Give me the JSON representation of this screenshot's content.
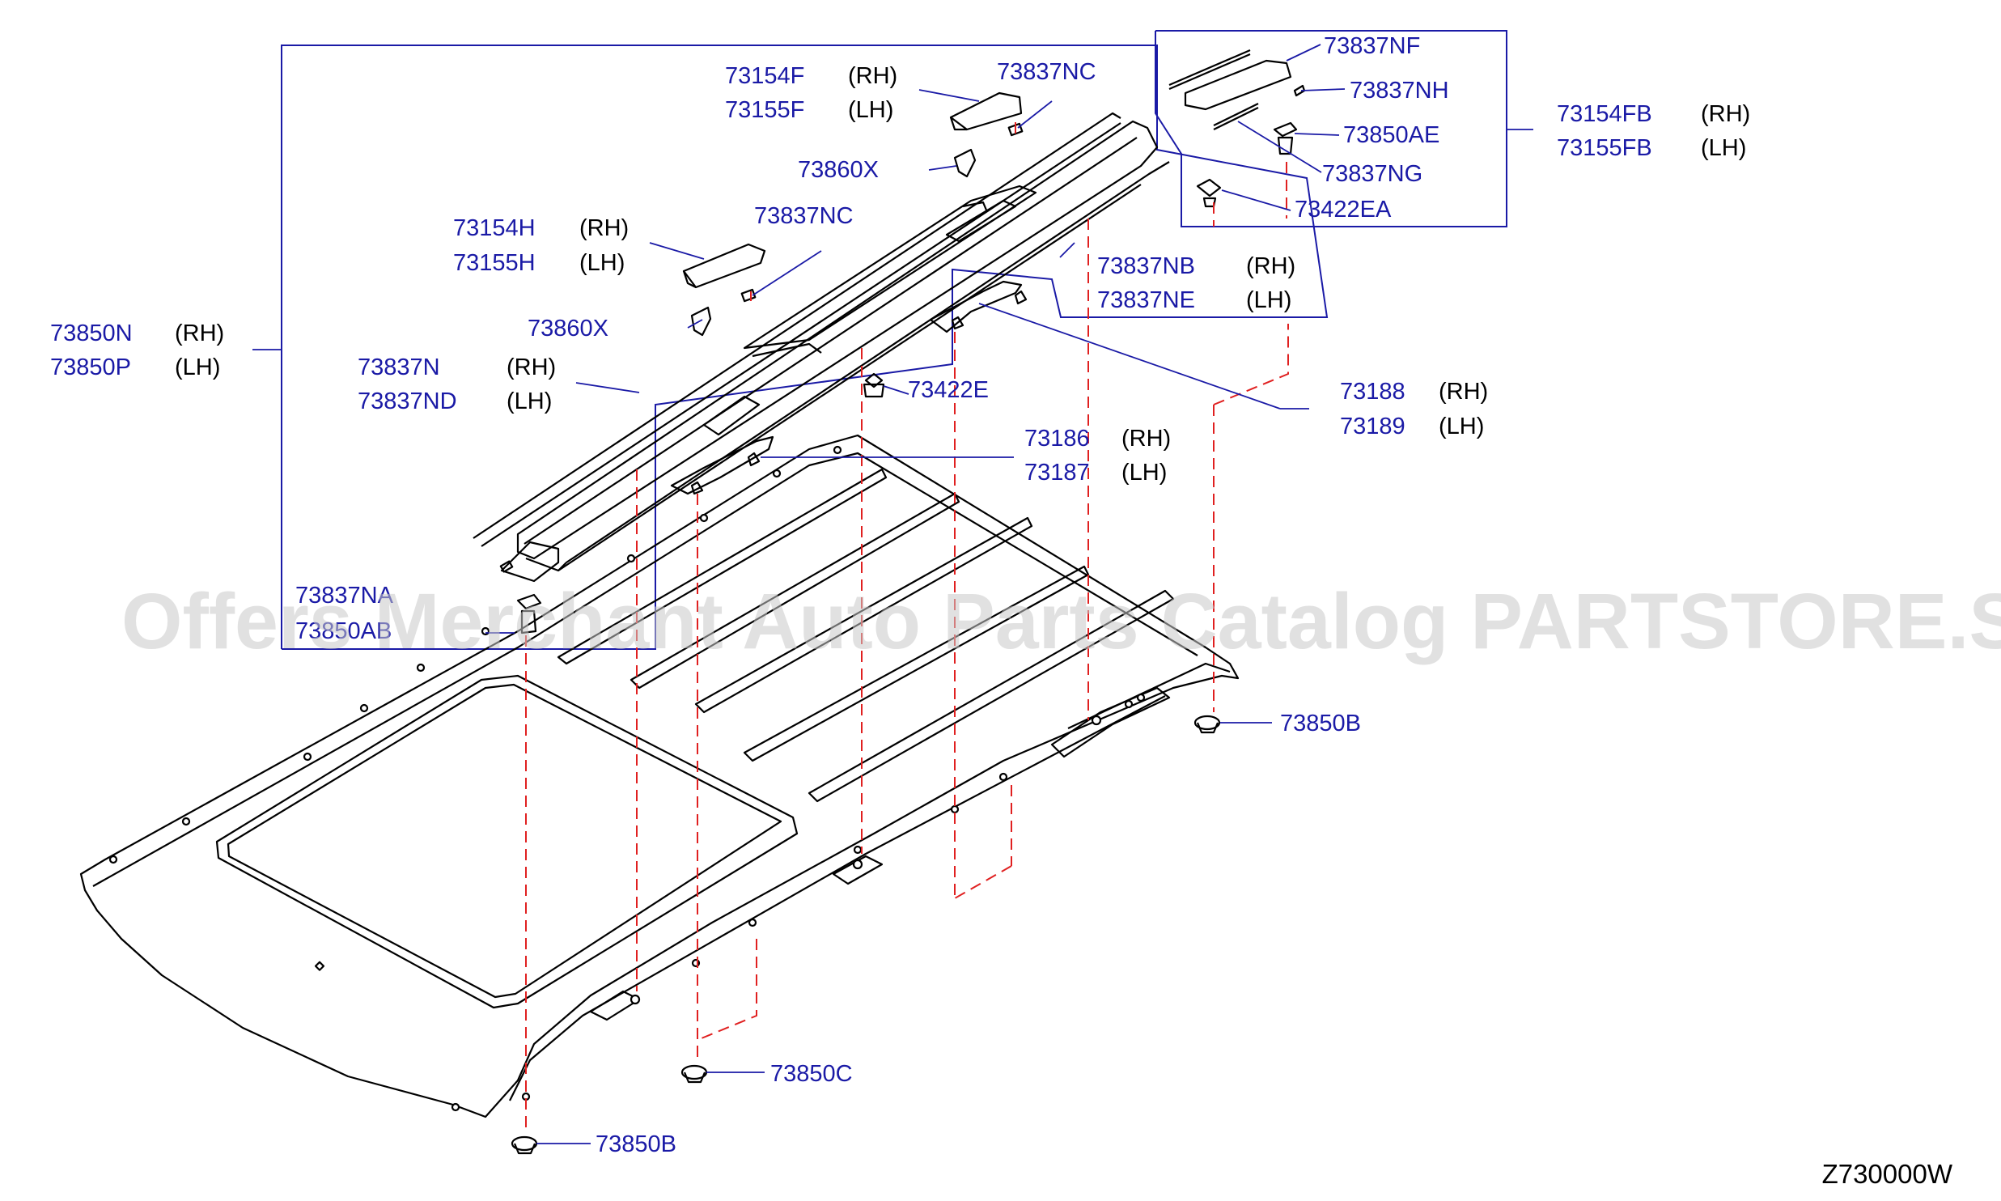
{
  "watermark": "Offers Merchant Auto Parts Catalog PARTSTORE.SA",
  "diagram_code": "Z730000W",
  "colors": {
    "part_number": "#1a1aa6",
    "side_text": "#000000",
    "leader": "#1a1aa6",
    "dash": "#e02020",
    "outline": "#000000"
  },
  "labels": {
    "p73154F": "73154F",
    "s73154F": "(RH)",
    "p73155F": "73155F",
    "s73155F": "(LH)",
    "p73837NC_a": "73837NC",
    "p73860X_a": "73860X",
    "p73154H": "73154H",
    "s73154H": "(RH)",
    "p73155H": "73155H",
    "s73155H": "(LH)",
    "p73837NC_b": "73837NC",
    "p73860X_b": "73860X",
    "p73850N": "73850N",
    "s73850N": "(RH)",
    "p73850P": "73850P",
    "s73850P": "(LH)",
    "p73837N": "73837N",
    "s73837N": "(RH)",
    "p73837ND": "73837ND",
    "s73837ND": "(LH)",
    "p73422E": "73422E",
    "p73186": "73186",
    "s73186": "(RH)",
    "p73187": "73187",
    "s73187": "(LH)",
    "p73837NA": "73837NA",
    "p73850AB": "73850AB",
    "p73837NF": "73837NF",
    "p73837NH": "73837NH",
    "p73850AE": "73850AE",
    "p73837NG": "73837NG",
    "p73422EA": "73422EA",
    "p73154FB": "73154FB",
    "s73154FB": "(RH)",
    "p73155FB": "73155FB",
    "s73155FB": "(LH)",
    "p73837NB": "73837NB",
    "s73837NB": "(RH)",
    "p73837NE": "73837NE",
    "s73837NE": "(LH)",
    "p73188": "73188",
    "s73188": "(RH)",
    "p73189": "73189",
    "s73189": "(LH)",
    "p73850B_a": "73850B",
    "p73850C": "73850C",
    "p73850B_b": "73850B"
  }
}
